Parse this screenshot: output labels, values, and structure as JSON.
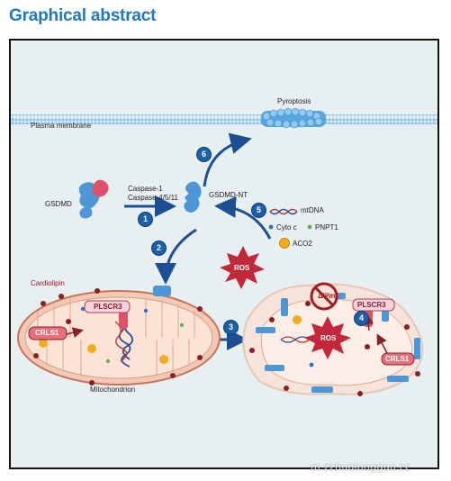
{
  "header": {
    "title": "Graphical abstract"
  },
  "labels": {
    "plasma_membrane": "Plasma membrane",
    "pyroptosis": "Pyroptosis",
    "gsdmd": "GSDMD",
    "caspase1": "Caspase-1",
    "caspase4511": "Caspase-4/5/11",
    "gsdmd_nt": "GSDMD-NT",
    "mtdna": "mtDNA",
    "cyto_c": "Cyto c",
    "pnpt1": "PNPT1",
    "aco2": "ACO2",
    "ros_left": "ROS",
    "ros_right": "ROS",
    "cardiolipin": "Cardiolipin",
    "plscr3_left": "PLSCR3",
    "plscr3_right": "PLSCR3",
    "crls1_left": "CRLS1",
    "crls1_right": "CRLS1",
    "delta_psi": "ΔΨm",
    "mitochondrion": "Mitochondrion"
  },
  "steps": [
    "1",
    "2",
    "3",
    "4",
    "5",
    "6"
  ],
  "watermark": "m.zzhuolongguo.cc",
  "colors": {
    "title": "#1f79c0",
    "arrow": "#1d4f93",
    "membrane": "#7fc4e6",
    "mito_fill": "#f3c9b4",
    "mito_edge": "#c7735c",
    "cardiolipin": "#8a1f26",
    "ros": "#c2283a",
    "gsdmd_blue": "#4d97d6",
    "gsdmd_pink": "#e0506a"
  }
}
